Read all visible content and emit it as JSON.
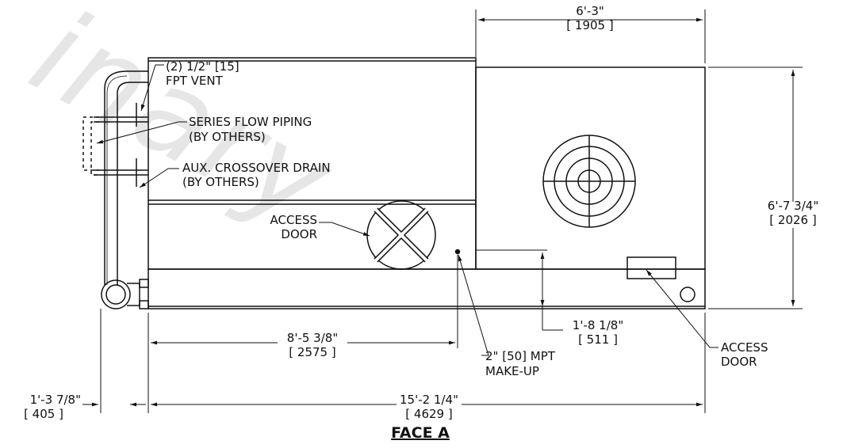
{
  "watermark": "inary",
  "title": "FACE A",
  "callouts": {
    "vent_line1": "(2) 1/2\" [15]",
    "vent_line2": "FPT VENT",
    "series_line1": "SERIES FLOW PIPING",
    "series_line2": "(BY OTHERS)",
    "crossover_line1": "AUX. CROSSOVER DRAIN",
    "crossover_line2": "(BY OTHERS)",
    "access_left_line1": "ACCESS",
    "access_left_line2": "DOOR",
    "makeup_line1": "2\" [50] MPT",
    "makeup_line2": "MAKE-UP",
    "access_right_line1": "ACCESS",
    "access_right_line2": "DOOR"
  },
  "dimensions": {
    "top_width_imp": "6'-3\"",
    "top_width_mm": "[ 1905 ]",
    "height_imp": "6'-7 3/4\"",
    "height_mm": "[ 2026 ]",
    "makeup_height_imp": "1'-8 1/8\"",
    "makeup_height_mm": "[ 511 ]",
    "makeup_x_imp": "8'-5 3/8\"",
    "makeup_x_mm": "[ 2575 ]",
    "total_length_imp": "15'-2 1/4\"",
    "total_length_mm": "[ 4629 ]",
    "pipe_offset_imp": "1'-3 7/8\"",
    "pipe_offset_mm": "[ 405 ]"
  }
}
